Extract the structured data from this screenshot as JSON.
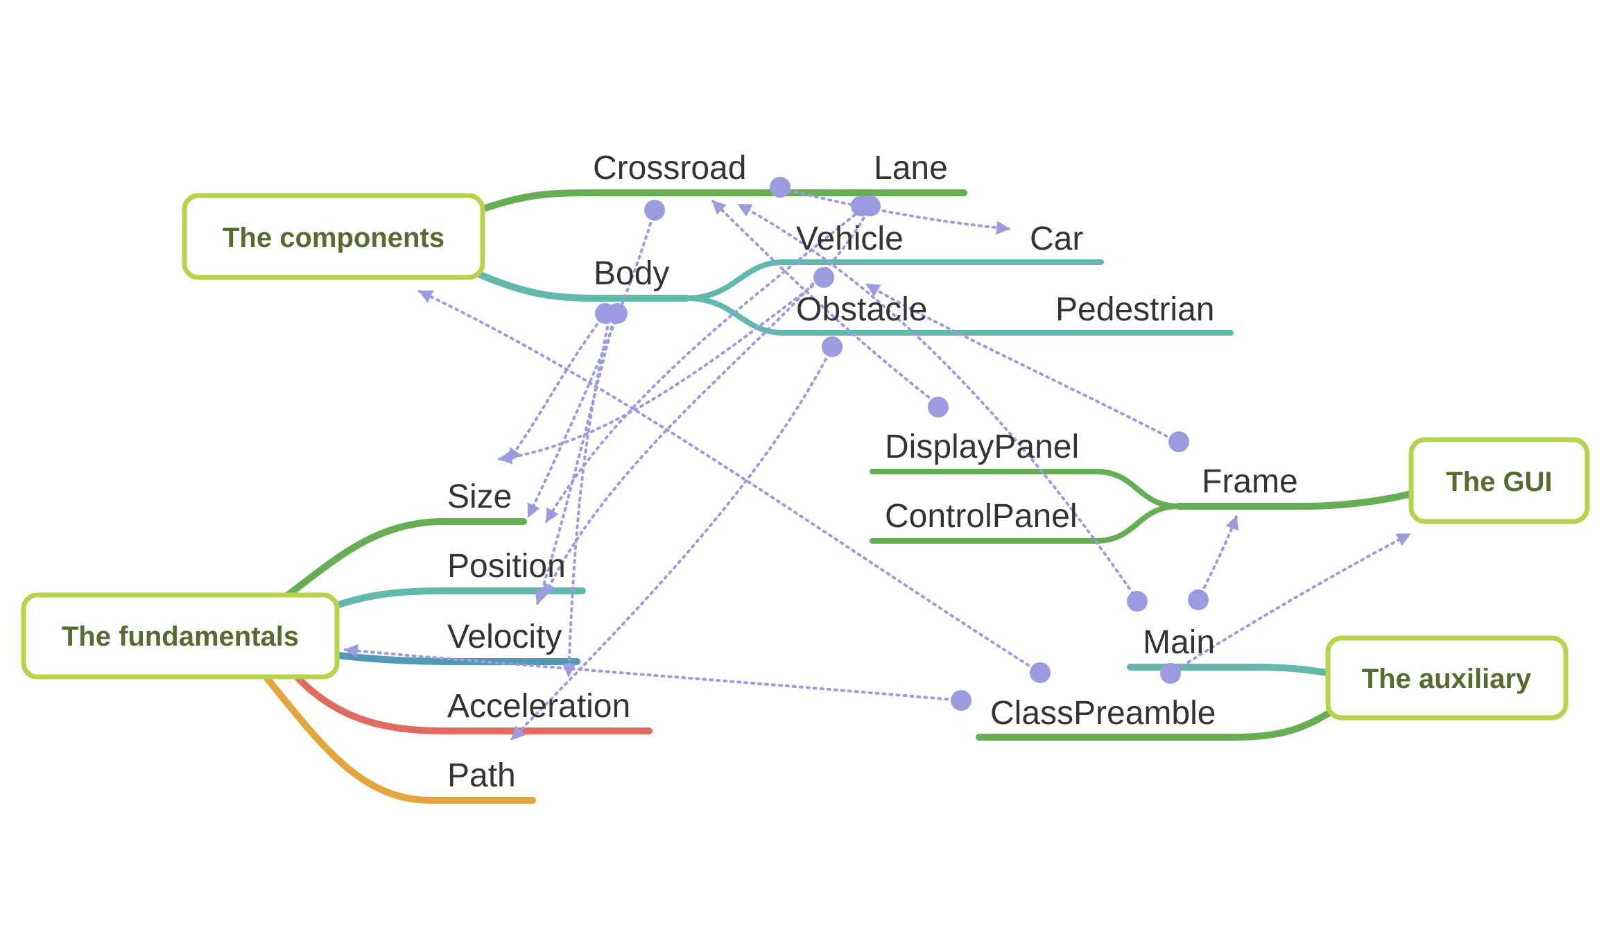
{
  "colors": {
    "green": "#66ad54",
    "teal": "#62b8ad",
    "blue": "#4f9bb3",
    "red": "#e06b5f",
    "orange": "#e3a63c",
    "root_border": "#b5d44a",
    "root_text": "#556b2f",
    "relation": "#9b9be0",
    "leaf_text": "#333333"
  },
  "roots": {
    "components": "The components",
    "fundamentals": "The fundamentals",
    "gui": "The GUI",
    "auxiliary": "The auxiliary"
  },
  "nodes": {
    "crossroad": "Crossroad",
    "lane": "Lane",
    "body": "Body",
    "vehicle": "Vehicle",
    "car": "Car",
    "obstacle": "Obstacle",
    "pedestrian": "Pedestrian",
    "size": "Size",
    "position": "Position",
    "velocity": "Velocity",
    "acceleration": "Acceleration",
    "path": "Path",
    "display_panel": "DisplayPanel",
    "control_panel": "ControlPanel",
    "frame": "Frame",
    "main": "Main",
    "class_preamble": "ClassPreamble"
  }
}
